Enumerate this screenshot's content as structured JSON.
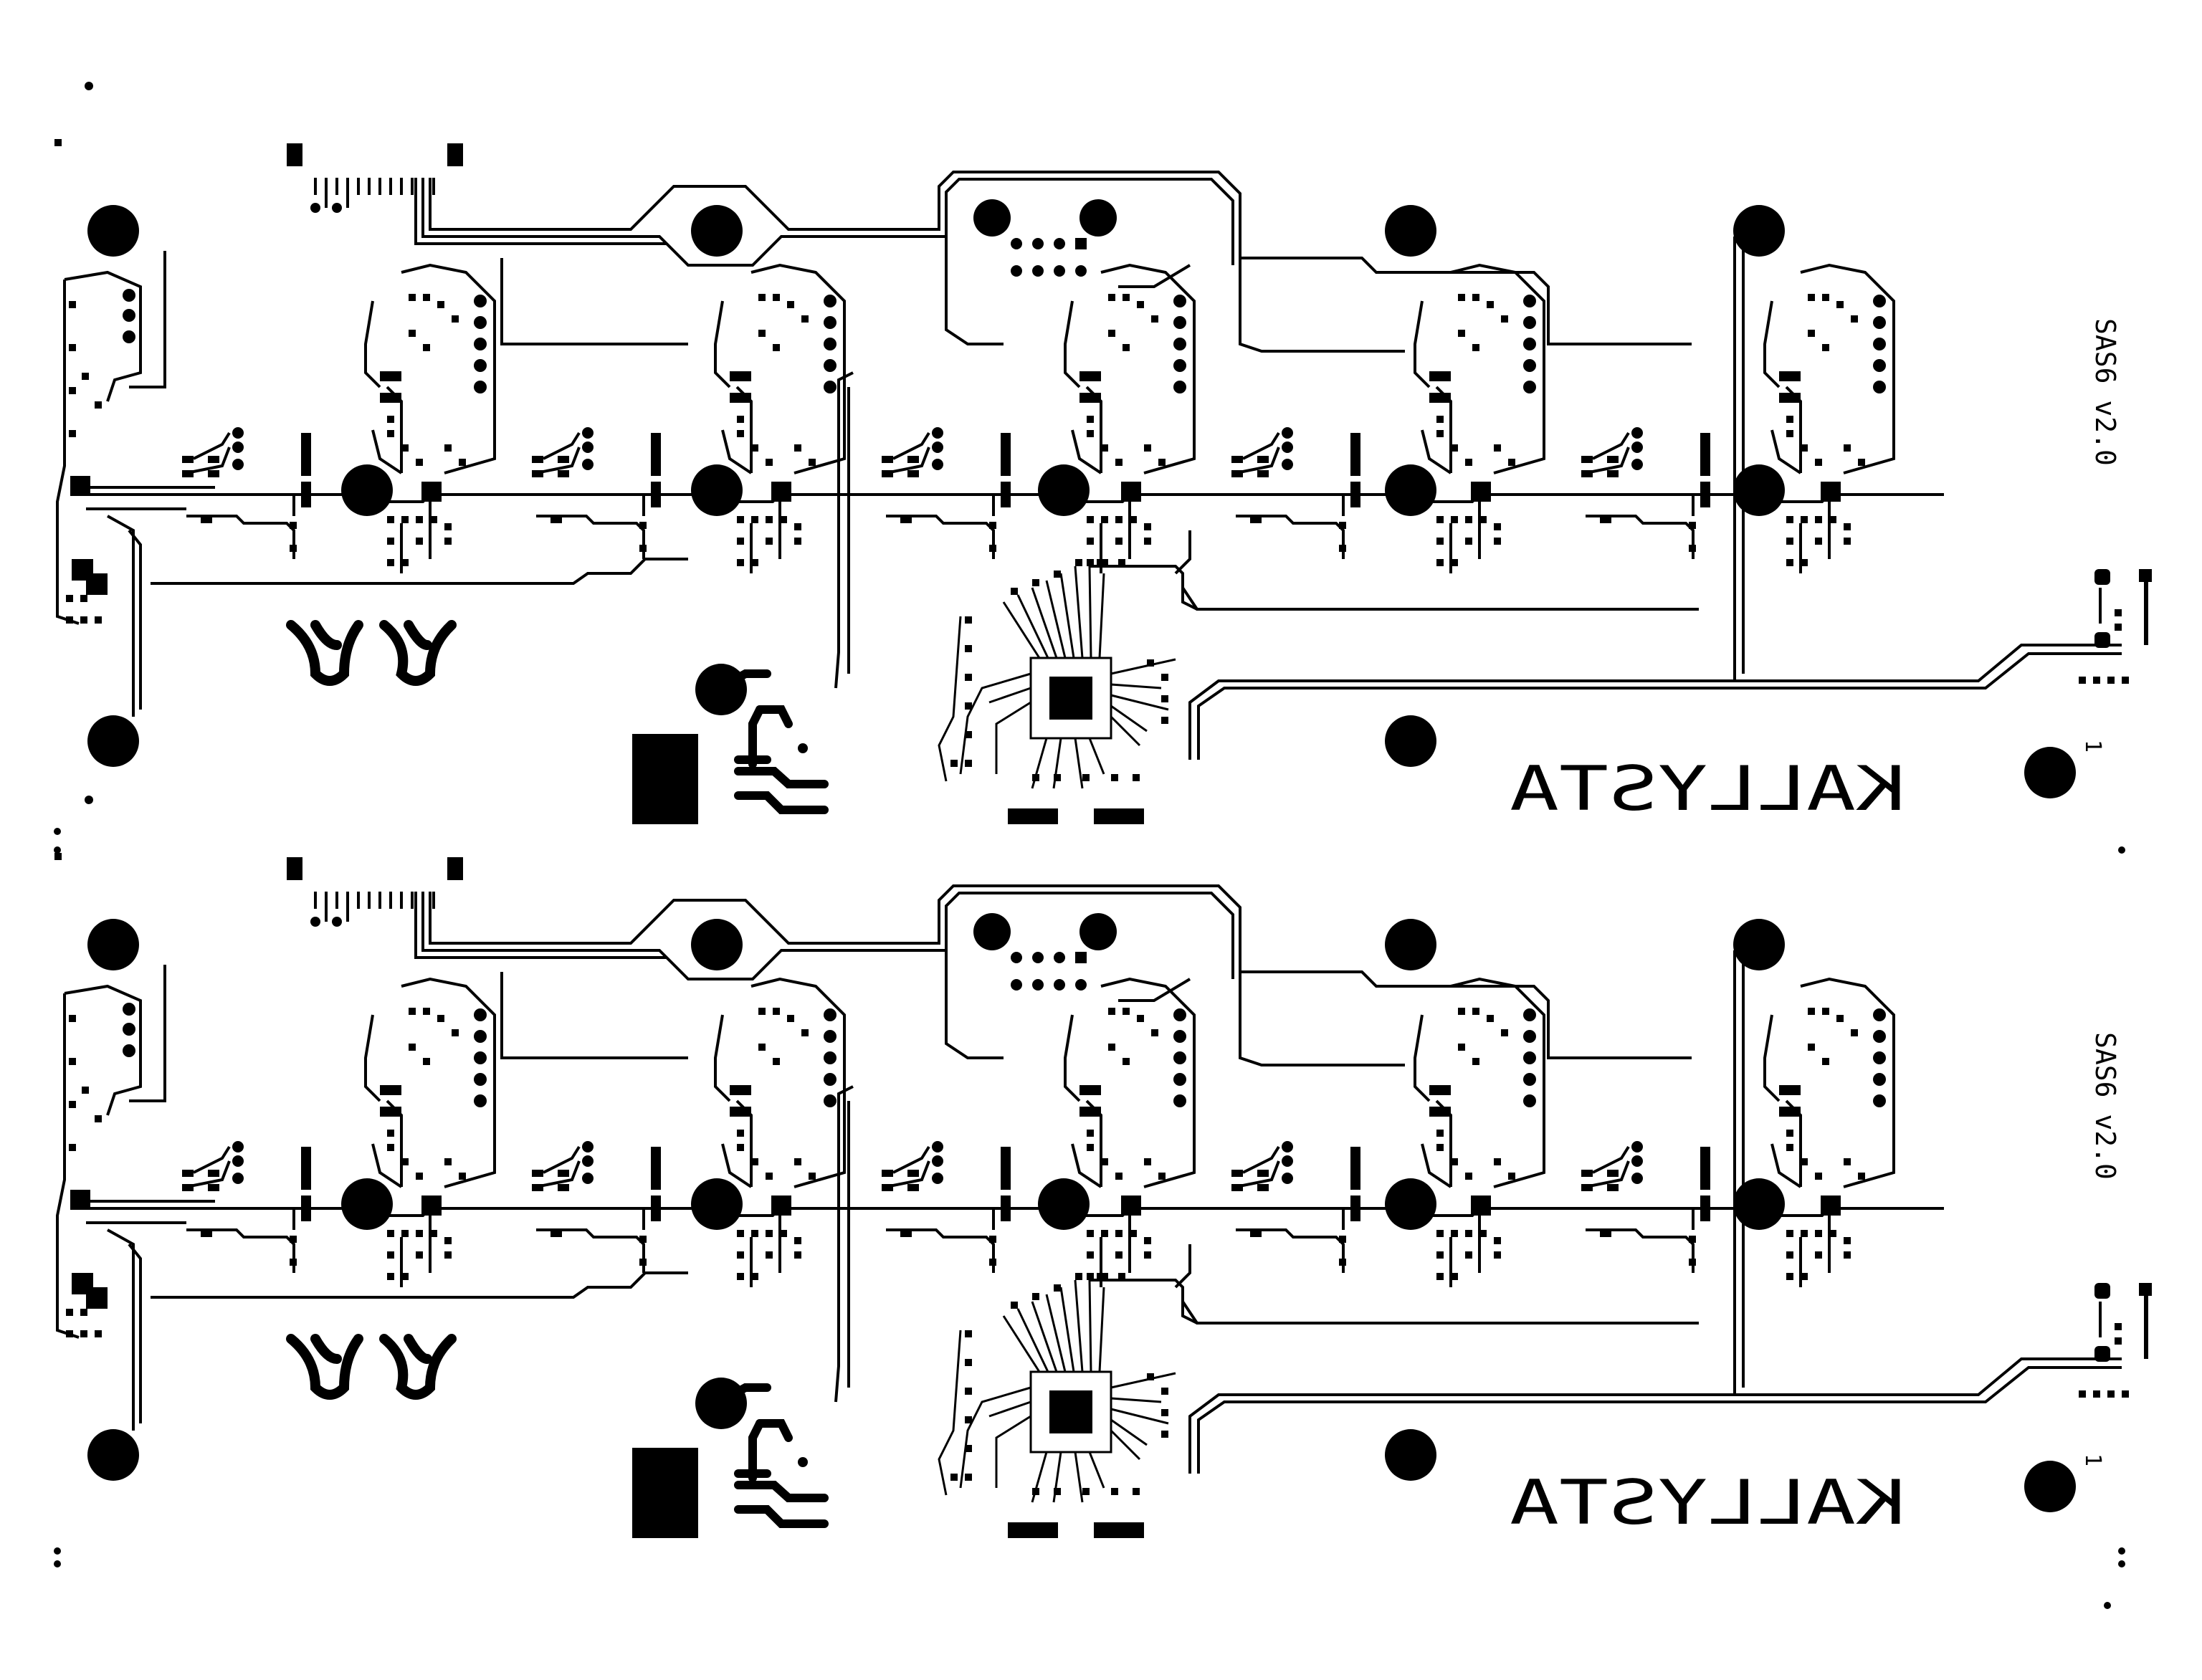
{
  "board": {
    "logo_text": "KALLYSTA",
    "version_text": "SAS6 v2.0",
    "pin1_marker": "1",
    "copies": 2,
    "ink_color": "#000000",
    "background_color": "#ffffff"
  }
}
